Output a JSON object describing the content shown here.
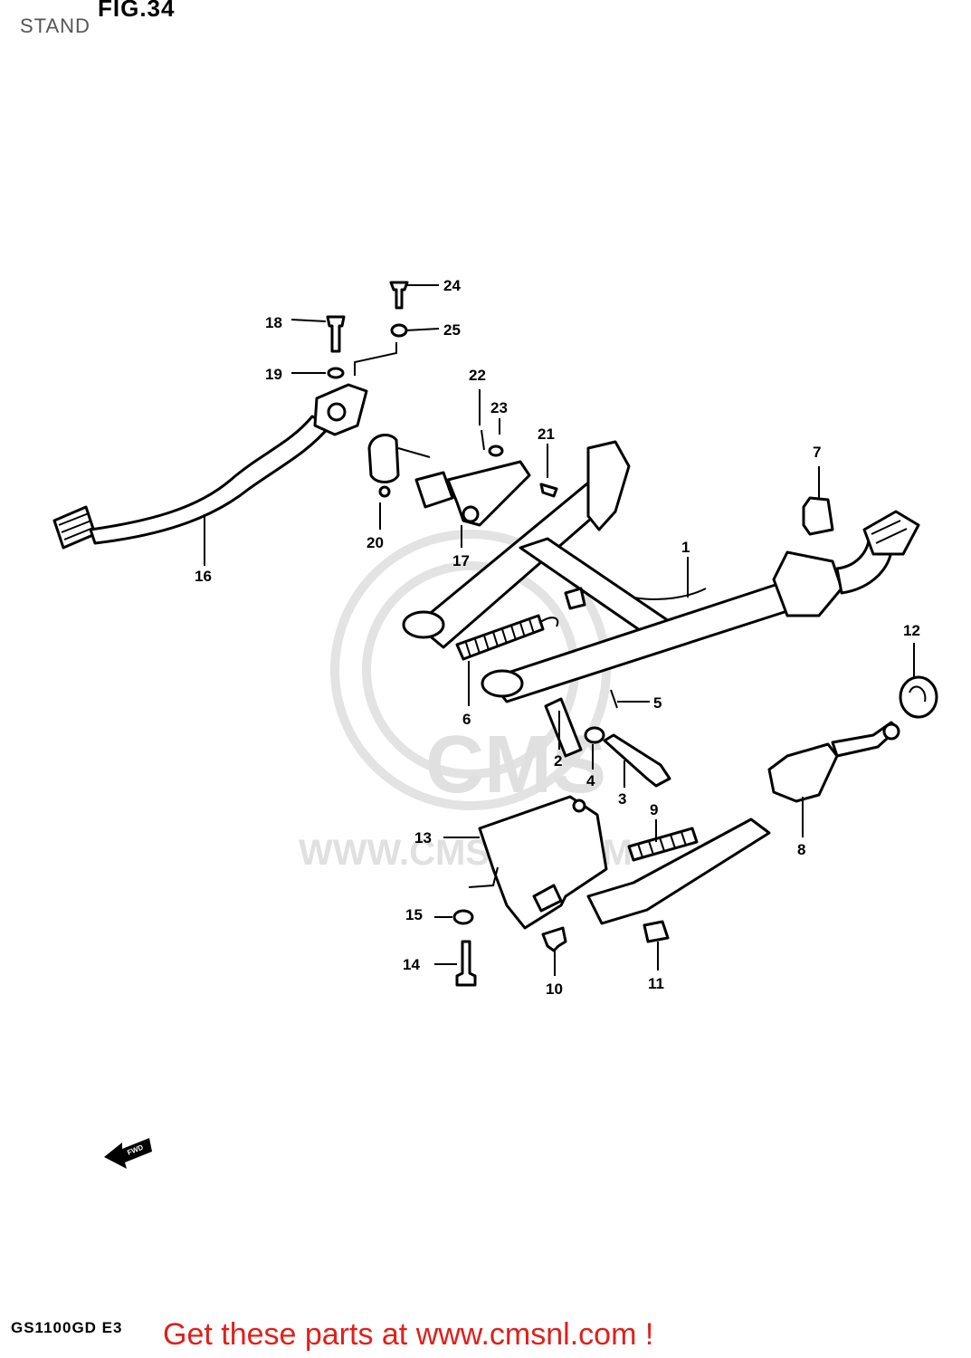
{
  "header": {
    "figure": "FIG.34",
    "section": "STAND"
  },
  "footer": {
    "model_code": "GS1100GD E3",
    "link_text": "Get these parts at www.cmsnl.com !"
  },
  "watermark": {
    "brand": "CMS",
    "url": "WWW.CMSNL.COM"
  },
  "direction_arrow": {
    "label": "FWD"
  },
  "callouts": {
    "c1": "1",
    "c2": "2",
    "c3": "3",
    "c4": "4",
    "c5": "5",
    "c6": "6",
    "c7": "7",
    "c8": "8",
    "c9": "9",
    "c10": "10",
    "c11": "11",
    "c12": "12",
    "c13": "13",
    "c14": "14",
    "c15": "15",
    "c16": "16",
    "c17": "17",
    "c18": "18",
    "c19": "19",
    "c20": "20",
    "c21": "21",
    "c22": "22",
    "c23": "23",
    "c24": "24",
    "c25": "25"
  }
}
